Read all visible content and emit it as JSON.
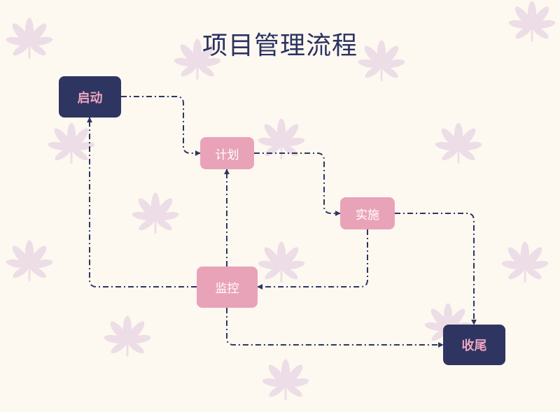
{
  "diagram": {
    "title": "项目管理流程",
    "nodes": [
      {
        "id": "start",
        "label": "启动"
      },
      {
        "id": "plan",
        "label": "计划"
      },
      {
        "id": "exec",
        "label": "实施"
      },
      {
        "id": "monitor",
        "label": "监控"
      },
      {
        "id": "close",
        "label": "收尾"
      }
    ],
    "edges": [
      {
        "from": "start",
        "to": "plan"
      },
      {
        "from": "plan",
        "to": "exec"
      },
      {
        "from": "exec",
        "to": "close"
      },
      {
        "from": "exec",
        "to": "monitor"
      },
      {
        "from": "monitor",
        "to": "plan"
      },
      {
        "from": "monitor",
        "to": "start"
      },
      {
        "from": "monitor",
        "to": "close"
      }
    ]
  },
  "colors": {
    "background": "#fdf8f0",
    "dark_node": "#2e3561",
    "dark_node_text": "#eea6bf",
    "light_node": "#e9a3b9",
    "light_node_text": "#ffffff",
    "connector": "#2e3561",
    "title": "#2b3260",
    "decoration": "#ecdde6"
  },
  "decoration": {
    "pattern_icon": "leaf-icon"
  }
}
